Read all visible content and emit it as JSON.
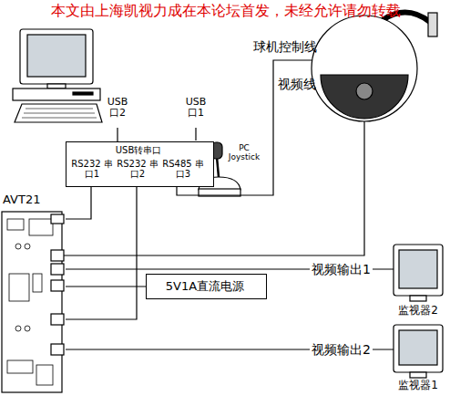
{
  "diagram": {
    "nodes": [
      {
        "text": [
          "USB 口2",
          "USB 口1"
        ]
      },
      {
        "text": [
          "USB转串口",
          "RS232 串口1",
          "RS232 串口2",
          "RS485 串口3"
        ]
      },
      {
        "text": [
          "PC Joystick"
        ]
      },
      {
        "text": [
          "AVT21"
        ]
      },
      {
        "text": [
          "5V1A直流电源"
        ]
      },
      {
        "text": [
          "监视器2"
        ]
      },
      {
        "text": [
          "监视器1"
        ]
      }
    ],
    "edges": [
      {
        "from": 0,
        "to": 1,
        "arrow": "none"
      },
      {
        "from": 0,
        "to": 2,
        "arrow": "none"
      },
      {
        "from": 1,
        "to": 3,
        "arrow": "none"
      },
      {
        "from": 1,
        "to": 3,
        "arrow": "none"
      },
      {
        "from": 4,
        "to": 3,
        "arrow": "none"
      },
      {
        "from": 3,
        "to": 5,
        "label": "视频输出1",
        "arrow": "none"
      },
      {
        "from": 3,
        "to": 6,
        "label": "视频输出2",
        "arrow": "none"
      }
    ],
    "labels": [
      "本文由上海凯视力成在本论坛首发，未经允许请勿转载",
      "球机控制线",
      "视频线"
    ]
  }
}
